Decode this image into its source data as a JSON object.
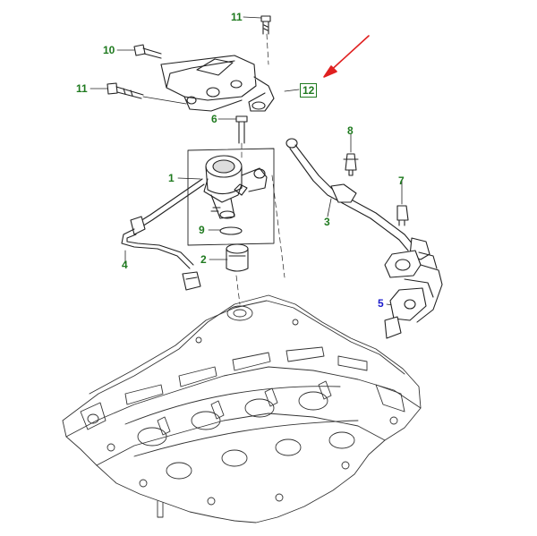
{
  "colors": {
    "callout_green": "#1f7a1f",
    "callout_blue": "#1a1acc",
    "arrow_red": "#e02020",
    "line_art": "#222222"
  },
  "callouts": {
    "c1": "1",
    "c2": "2",
    "c3": "3",
    "c4": "4",
    "c5": "5",
    "c6": "6",
    "c7": "7",
    "c8": "8",
    "c9": "9",
    "c10": "10",
    "c11a": "11",
    "c11b": "11",
    "c12": "12"
  }
}
